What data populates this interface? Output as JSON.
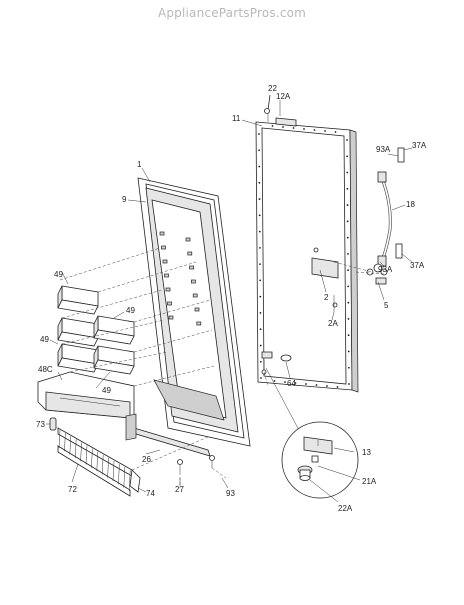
{
  "watermark": "AppliancePartsPros.com",
  "callouts": {
    "c22": "22",
    "c12A": "12A",
    "c11": "11",
    "c93A_top": "93A",
    "c37A_top": "37A",
    "c18": "18",
    "c93A_bottom": "93A",
    "c37A_bottom": "37A",
    "c5": "5",
    "c2": "2",
    "c2A": "2A",
    "c64": "64",
    "c1": "1",
    "c9": "9",
    "c49_a": "49",
    "c49_b": "49",
    "c49_c": "49",
    "c49_d": "49",
    "c48C": "48C",
    "c73": "73",
    "c72": "72",
    "c74": "74",
    "c26": "26",
    "c27": "27",
    "c93": "93",
    "c13": "13",
    "c21A": "21A",
    "c22A": "22A"
  }
}
